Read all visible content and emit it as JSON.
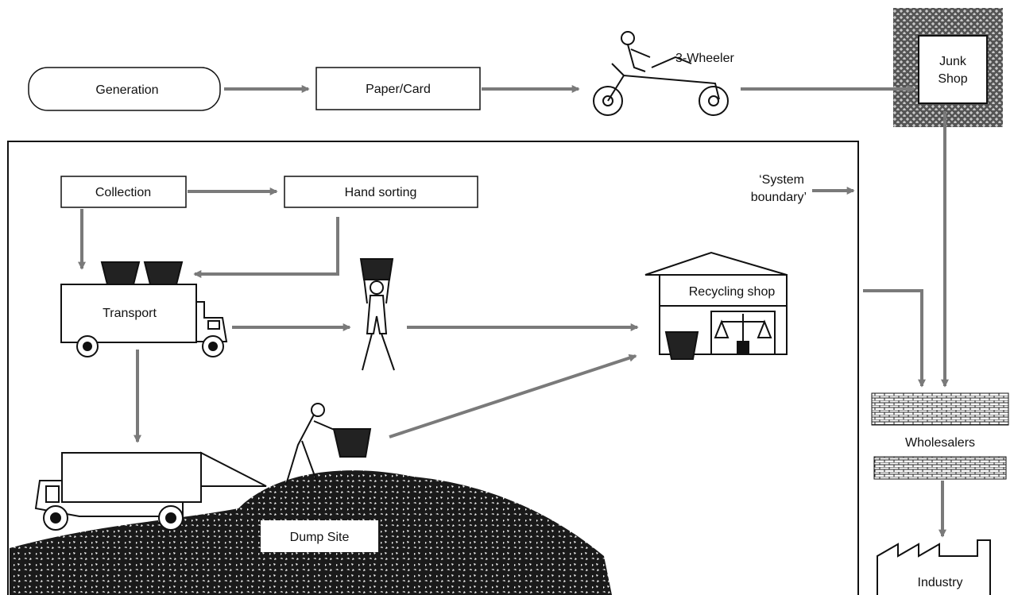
{
  "diagram": {
    "nodes": {
      "generation": "Generation",
      "paper_card": "Paper/Card",
      "three_wheeler": "3-Wheeler",
      "junk_shop_line1": "Junk",
      "junk_shop_line2": "Shop",
      "collection": "Collection",
      "hand_sorting": "Hand sorting",
      "transport": "Transport",
      "recycling_shop": "Recycling shop",
      "dump_site": "Dump Site",
      "wholesalers": "Wholesalers",
      "industry": "Industry"
    },
    "system_boundary_line1": "‘System",
    "system_boundary_line2": "boundary’"
  },
  "colors": {
    "arrow": "#7a7a7a",
    "ink": "#111111",
    "background": "#ffffff"
  }
}
